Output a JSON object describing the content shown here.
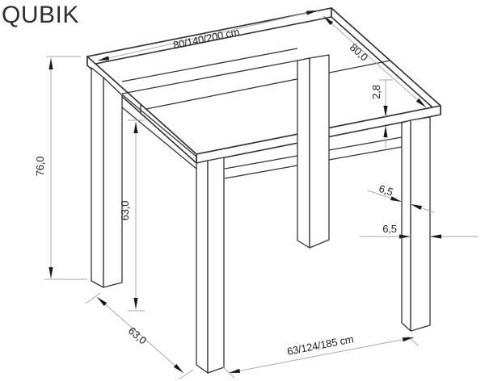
{
  "title": "QUBIK",
  "dimensions": {
    "top_length": "80/140/200 cm",
    "top_depth": "80,0",
    "top_thickness": "2,8",
    "total_height": "76,0",
    "apron_clearance": "63,0",
    "leg_width_upper": "6,5",
    "leg_width_lower": "6,5",
    "base_depth": "63,0",
    "base_length": "63/124/185 cm"
  }
}
